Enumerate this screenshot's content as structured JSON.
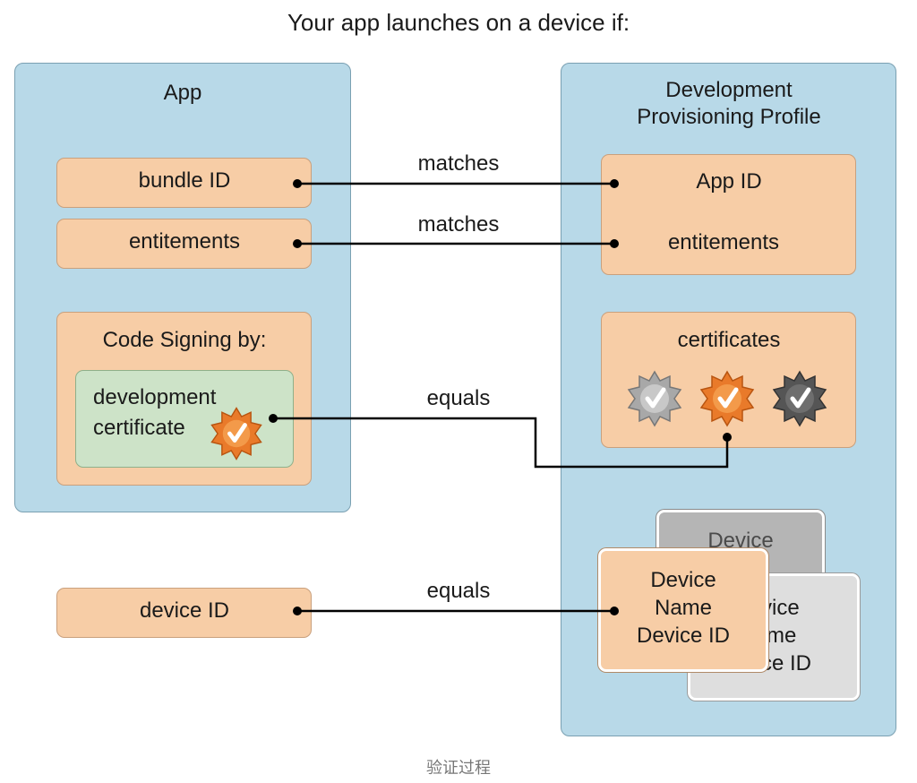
{
  "title": "Your app launches on a device if:",
  "app": {
    "heading": "App",
    "bundle_id": "bundle ID",
    "entitlements": "entitements",
    "code_signing": {
      "heading": "Code Signing by:",
      "cert_line1": "development",
      "cert_line2": "certificate"
    }
  },
  "device_id": "device ID",
  "profile": {
    "heading_line1": "Development",
    "heading_line2": "Provisioning Profile",
    "app_id": "App ID",
    "entitlements": "entitements",
    "certificates": "certificates",
    "device_back_title": "Device",
    "device_mid_line1": "vice",
    "device_mid_line2": "me",
    "device_mid_line3": "ce ID",
    "device_front_line1": "Device",
    "device_front_line2": "Name",
    "device_front_line3": "Device ID"
  },
  "connectors": {
    "bundle_to_appid": "matches",
    "entitlements_to_entitlements": "matches",
    "cert_to_cert": "equals",
    "device_to_device": "equals"
  },
  "caption": "验证过程",
  "colors": {
    "panel": "#b8d9e8",
    "box": "#f7cda6",
    "green_box": "#cde3c8",
    "badge_orange": "#e97a2a",
    "badge_silver": "#a8a8a8",
    "badge_dark": "#555555"
  },
  "icons": [
    "check-badge-icon"
  ]
}
